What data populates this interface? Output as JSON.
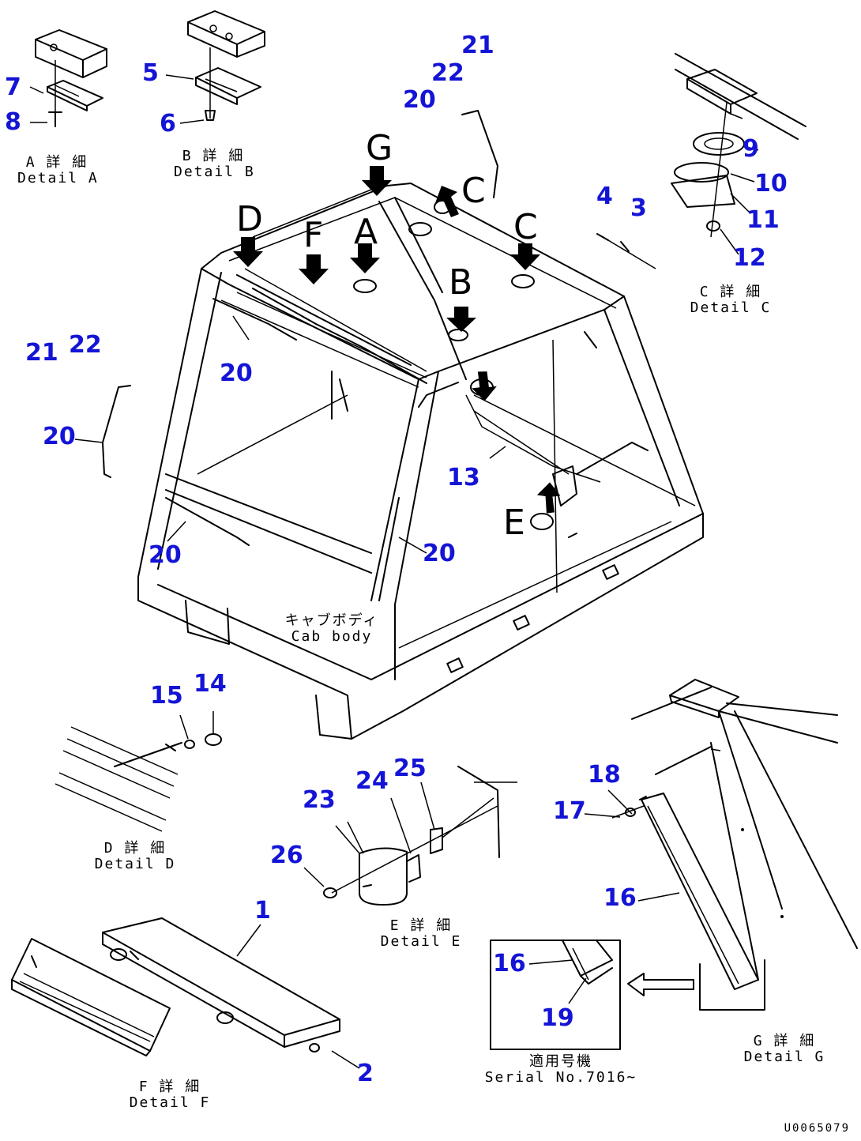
{
  "parts": {
    "p1": "1",
    "p2": "2",
    "p3": "3",
    "p4": "4",
    "p5": "5",
    "p6": "6",
    "p7": "7",
    "p8": "8",
    "p9": "9",
    "p10": "10",
    "p11": "11",
    "p12": "12",
    "p13": "13",
    "p14": "14",
    "p15": "15",
    "p16": "16",
    "p17": "17",
    "p18": "18",
    "p19": "19",
    "p20": "20",
    "p21": "21",
    "p22": "22",
    "p23": "23",
    "p24": "24",
    "p25": "25",
    "p26": "26"
  },
  "views": {
    "A": "A",
    "B": "B",
    "C": "C",
    "D": "D",
    "E": "E",
    "F": "F",
    "G": "G"
  },
  "details": {
    "A": {
      "jp": "A 詳 細",
      "en": "Detail A"
    },
    "B": {
      "jp": "B 詳 細",
      "en": "Detail B"
    },
    "C": {
      "jp": "C 詳 細",
      "en": "Detail C"
    },
    "D": {
      "jp": "D 詳 細",
      "en": "Detail D"
    },
    "E": {
      "jp": "E 詳 細",
      "en": "Detail E"
    },
    "F": {
      "jp": "F 詳 細",
      "en": "Detail F"
    },
    "G": {
      "jp": "G 詳 細",
      "en": "Detail G"
    }
  },
  "cab_body": {
    "jp": "キャブボディ",
    "en": "Cab body"
  },
  "serial": {
    "jp": "適用号機",
    "en": "Serial No.7016~"
  },
  "drawing_code": "U0065079"
}
